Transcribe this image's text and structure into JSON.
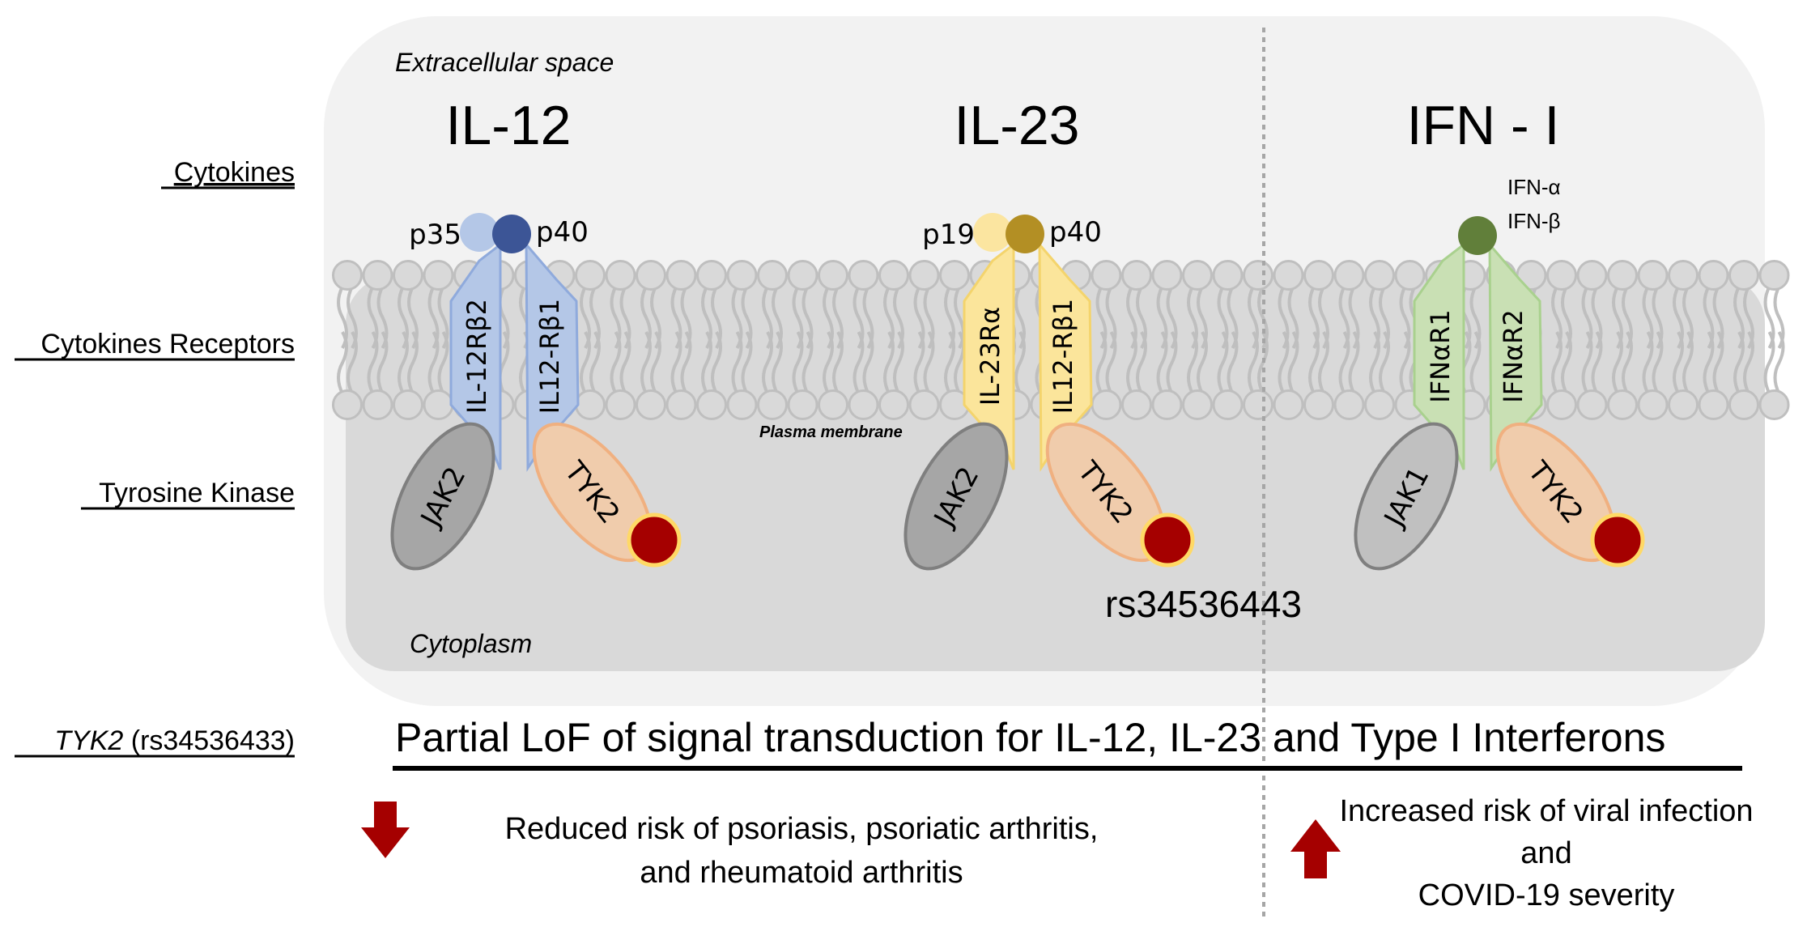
{
  "row_labels": {
    "cytokines": "Cytokines",
    "receptors": "Cytokines Receptors",
    "kinase": "Tyrosine Kinase",
    "variant_italic": "TYK2",
    "variant_rest": " (rs34536433)"
  },
  "compartments": {
    "extracellular": "Extracellular space",
    "membrane": "Plasma membrane",
    "cytoplasm": "Cytoplasm"
  },
  "pathways": [
    {
      "title": "IL-12",
      "subunit_left": "p35",
      "subunit_right": "p40",
      "receptor_left": "IL-12Rβ2",
      "receptor_right": "IL12-Rβ1",
      "kinase_left": "JAK2",
      "kinase_right": "TYK2"
    },
    {
      "title": "IL-23",
      "subunit_left": "p19",
      "subunit_right": "p40",
      "receptor_left": "IL-23Rα",
      "receptor_right": "IL12-Rβ1",
      "kinase_left": "JAK2",
      "kinase_right": "TYK2"
    },
    {
      "title": "IFN - I",
      "ligand_line1": "IFN-α",
      "ligand_line2": "IFN-β",
      "receptor_left": "IFNαR1",
      "receptor_right": "IFNαR2",
      "kinase_left": "JAK1",
      "kinase_right": "TYK2"
    }
  ],
  "variant_label": "rs34536443",
  "summary": "Partial LoF of signal transduction for IL-12, IL-23 and Type I Interferons",
  "outcomes": {
    "reduced": {
      "direction": "down",
      "line1": "Reduced risk of psoriasis,  psoriatic arthritis,",
      "line2": "and rheumatoid arthritis"
    },
    "increased": {
      "direction": "up",
      "line1": "Increased risk of viral infection",
      "line2": "and",
      "line3": "COVID-19 severity"
    }
  },
  "colors": {
    "il12_receptor": "#b4c7e7",
    "il12_receptor_stroke": "#8faadc",
    "il12_p35": "#b4c7e7",
    "il12_p40": "#3c5596",
    "il23_receptor": "#fbe59b",
    "il23_receptor_stroke": "#f4d46c",
    "il23_p19": "#fbe5a0",
    "il23_p40": "#b38f24",
    "ifn_receptor": "#c9e0b4",
    "ifn_receptor_stroke": "#a9d18e",
    "ifn_ligand": "#617f3a",
    "jak2": "#a6a6a6",
    "jak1": "#c0c0c0",
    "tyk2": "#f0ccac",
    "variant_dot": "#a50000",
    "arrow": "#a50000"
  }
}
